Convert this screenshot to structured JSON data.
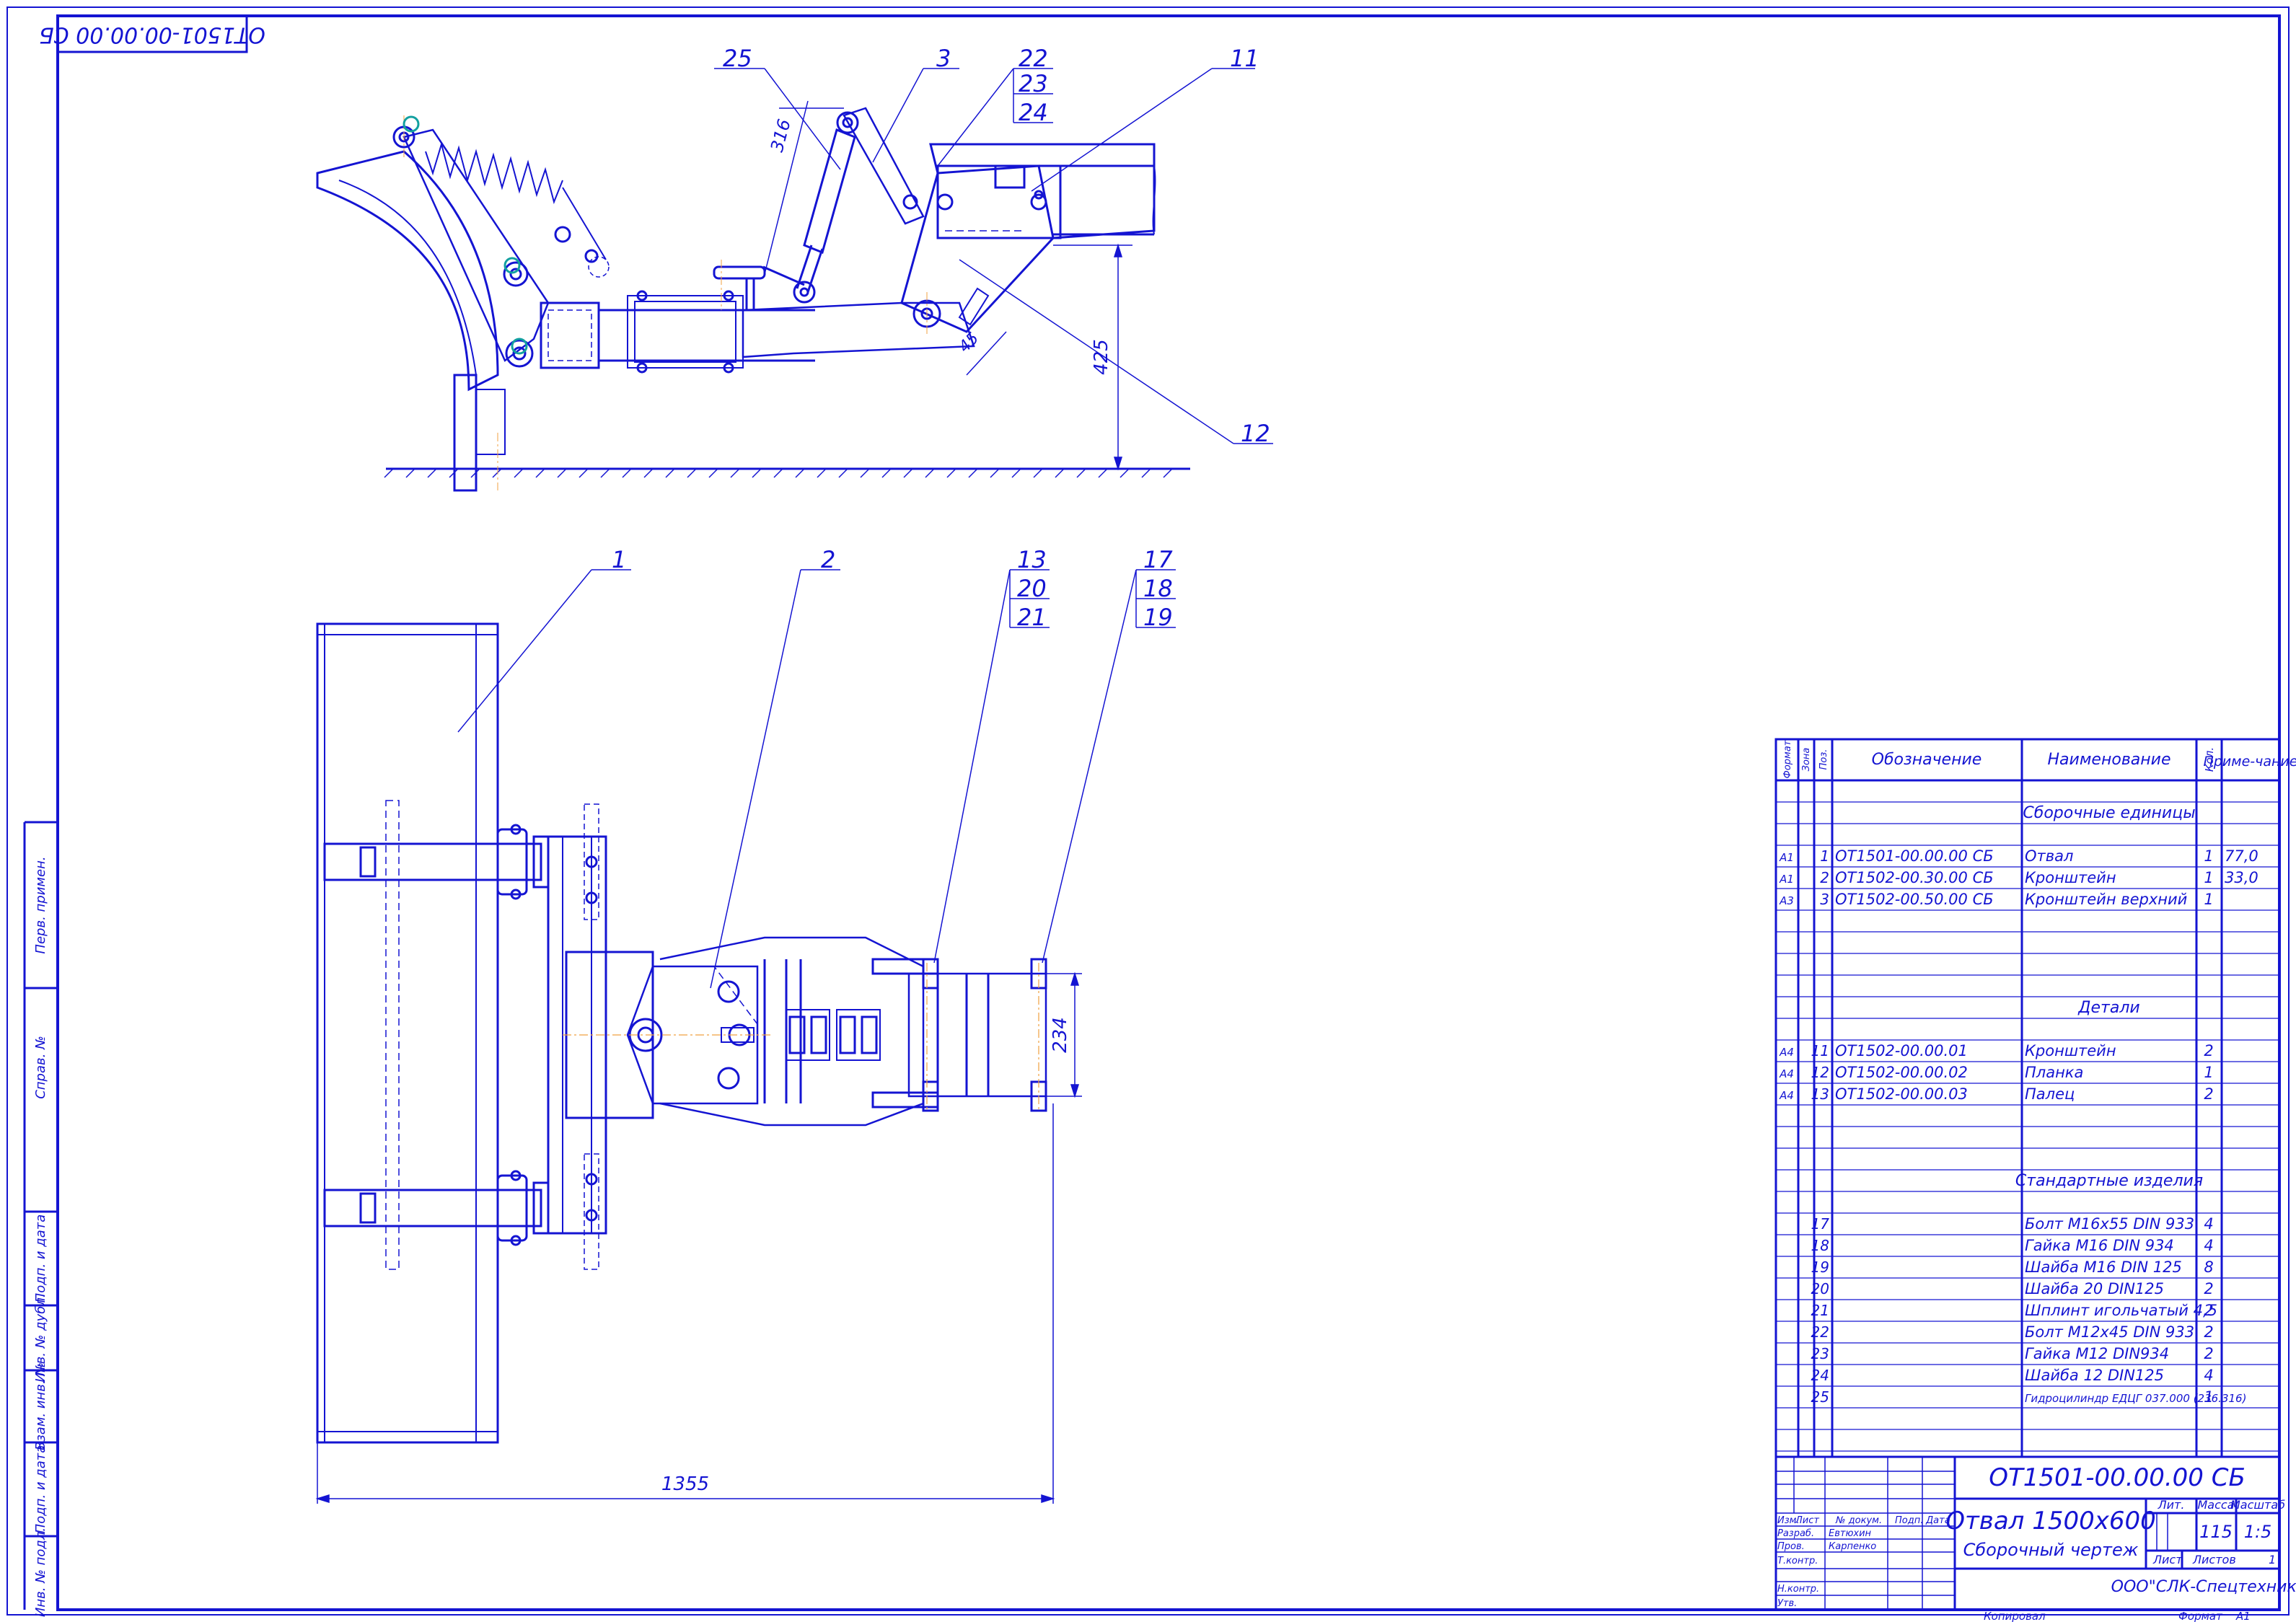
{
  "drawing": {
    "rotated_stamp": "ОТ1501-00.00.00 СБ",
    "side_view": {
      "callouts": [
        "25",
        "3",
        "22",
        "23",
        "24",
        "11",
        "12"
      ],
      "dim_316": "316",
      "dim_425": "425",
      "dim_45": "45"
    },
    "top_view": {
      "callouts": [
        "1",
        "2",
        "13",
        "20",
        "21",
        "17",
        "18",
        "19"
      ],
      "dim_234": "234",
      "dim_1355": "1355"
    }
  },
  "spec_table": {
    "headers": {
      "format": "Формат",
      "zone": "Зона",
      "pos": "Поз.",
      "designation": "Обозначение",
      "name": "Наименование",
      "qty": "Кол.",
      "note": "Приме-чание"
    },
    "sections": {
      "assemblies": "Сборочные единицы",
      "details": "Детали",
      "standard": "Стандартные изделия"
    },
    "rows": [
      {
        "format": "А1",
        "pos": "1",
        "designation": "ОТ1501-00.00.00 СБ",
        "name": "Отвал",
        "qty": "1",
        "note": "77,0"
      },
      {
        "format": "А1",
        "pos": "2",
        "designation": "ОТ1502-00.30.00 СБ",
        "name": "Кронштейн",
        "qty": "1",
        "note": "33,0"
      },
      {
        "format": "А3",
        "pos": "3",
        "designation": "ОТ1502-00.50.00 СБ",
        "name": "Кронштейн верхний",
        "qty": "1",
        "note": ""
      },
      {
        "format": "А4",
        "pos": "11",
        "designation": "ОТ1502-00.00.01",
        "name": "Кронштейн",
        "qty": "2",
        "note": ""
      },
      {
        "format": "А4",
        "pos": "12",
        "designation": "ОТ1502-00.00.02",
        "name": "Планка",
        "qty": "1",
        "note": ""
      },
      {
        "format": "А4",
        "pos": "13",
        "designation": "ОТ1502-00.00.03",
        "name": "Палец",
        "qty": "2",
        "note": ""
      },
      {
        "format": "",
        "pos": "17",
        "designation": "",
        "name": "Болт М16х55 DIN 933",
        "qty": "4",
        "note": ""
      },
      {
        "format": "",
        "pos": "18",
        "designation": "",
        "name": "Гайка М16 DIN 934",
        "qty": "4",
        "note": ""
      },
      {
        "format": "",
        "pos": "19",
        "designation": "",
        "name": "Шайба М16 DIN 125",
        "qty": "8",
        "note": ""
      },
      {
        "format": "",
        "pos": "20",
        "designation": "",
        "name": "Шайба 20 DIN125",
        "qty": "2",
        "note": ""
      },
      {
        "format": "",
        "pos": "21",
        "designation": "",
        "name": "Шплинт игольчатый 4,5",
        "qty": "2",
        "note": ""
      },
      {
        "format": "",
        "pos": "22",
        "designation": "",
        "name": "Болт М12х45 DIN 933",
        "qty": "2",
        "note": ""
      },
      {
        "format": "",
        "pos": "23",
        "designation": "",
        "name": "Гайка М12 DIN934",
        "qty": "2",
        "note": ""
      },
      {
        "format": "",
        "pos": "24",
        "designation": "",
        "name": "Шайба 12 DIN125",
        "qty": "4",
        "note": ""
      },
      {
        "format": "",
        "pos": "25",
        "designation": "",
        "name": "Гидроцилиндр ЕДЦГ 037.000 (236.316)",
        "qty": "1",
        "note": ""
      }
    ]
  },
  "title_block": {
    "code": "ОТ1501-00.00.00 СБ",
    "title": "Отвал 1500х600",
    "subtitle": "Сборочный чертеж",
    "hdr_lit": "Лит.",
    "hdr_mass": "Масса",
    "hdr_scale": "Масштаб",
    "mass": "115",
    "scale": "1:5",
    "sheet_label": "Лист",
    "sheets_label": "Листов",
    "sheets_value": "1",
    "company": "ООО\"СЛК-Спецтехника\"",
    "rev_headers": [
      "Изм.",
      "Лист",
      "№ докум.",
      "Подп.",
      "Дата"
    ],
    "roles": [
      {
        "role": "Разраб.",
        "name": "Евтюхин"
      },
      {
        "role": "Пров.",
        "name": "Карпенко"
      },
      {
        "role": "Т.контр.",
        "name": ""
      },
      {
        "role": "Н.контр.",
        "name": ""
      },
      {
        "role": "Утв.",
        "name": ""
      }
    ],
    "copied": "Копировал",
    "format_label": "Формат",
    "format_value": "А1"
  },
  "side_strip": [
    "Перв. примен.",
    "Справ. №",
    "Подп. и дата",
    "Инв. № дубл.",
    "Взам. инв. №",
    "Подп. и дата",
    "Инв. № подл."
  ]
}
